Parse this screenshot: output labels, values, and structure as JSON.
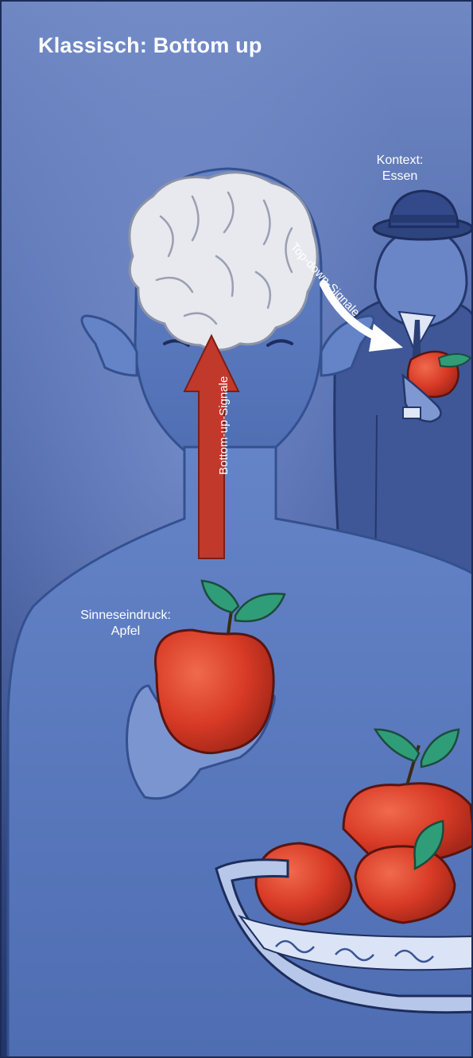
{
  "title": "Klassisch: Bottom up",
  "labels": {
    "context_line1": "Kontext:",
    "context_line2": "Essen",
    "sense_line1": "Sinneseindruck:",
    "sense_line2": "Apfel",
    "topdown": "Top-down-Signale",
    "bottomup": "Bottom-up-Signale"
  },
  "colors": {
    "background_top": "#6f88c4",
    "background_bottom": "#22356a",
    "figure": "#5f7dc2",
    "arrow_bottomup": "#c0392b",
    "arrow_topdown": "#ffffff",
    "apple": "#d83a26",
    "leaf": "#2f9d78"
  },
  "icons": [
    "brain-icon",
    "apple-icon",
    "leaf-icon",
    "bowler-hat-icon",
    "bowl-icon"
  ]
}
